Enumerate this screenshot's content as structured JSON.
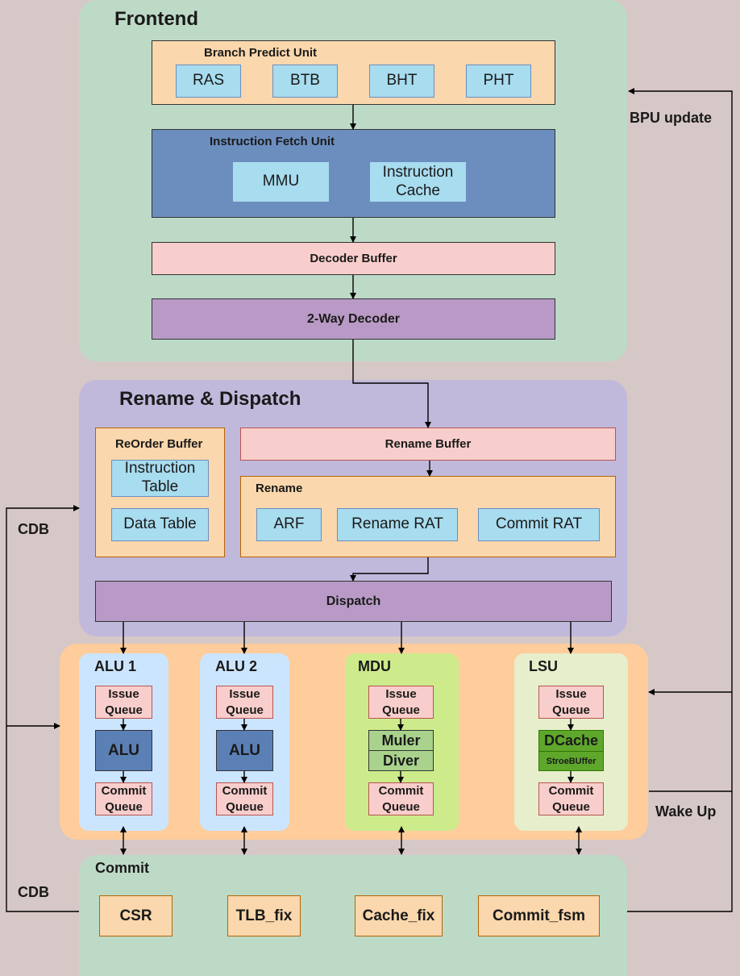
{
  "frontend": {
    "title": "Frontend",
    "bpu": {
      "title": "Branch Predict Unit",
      "items": [
        "RAS",
        "BTB",
        "BHT",
        "PHT"
      ]
    },
    "ifu": {
      "title": "Instruction Fetch Unit",
      "mmu": "MMU",
      "icache": [
        "Instruction",
        "Cache"
      ]
    },
    "decoder_buffer": "Decoder Buffer",
    "decoder": "2-Way Decoder"
  },
  "rename_dispatch": {
    "title": "Rename & Dispatch",
    "rob": {
      "title": "ReOrder Buffer",
      "instruction_table": [
        "Instruction",
        "Table"
      ],
      "data_table": "Data Table"
    },
    "rename_buffer": "Rename Buffer",
    "rename": {
      "title": "Rename",
      "items": [
        "ARF",
        "Rename RAT",
        "Commit RAT"
      ]
    },
    "dispatch": "Dispatch"
  },
  "execute": {
    "units": [
      {
        "title": "ALU 1",
        "iq": [
          "Issue",
          "Queue"
        ],
        "exec": "ALU",
        "cq": [
          "Commit",
          "Queue"
        ]
      },
      {
        "title": "ALU 2",
        "iq": [
          "Issue",
          "Queue"
        ],
        "exec": "ALU",
        "cq": [
          "Commit",
          "Queue"
        ]
      },
      {
        "title": "MDU",
        "iq": [
          "Issue",
          "Queue"
        ],
        "exec": [
          "Muler",
          "Diver"
        ],
        "cq": [
          "Commit",
          "Queue"
        ]
      },
      {
        "title": "LSU",
        "iq": [
          "Issue",
          "Queue"
        ],
        "exec": [
          "DCache",
          "StroeBUffer"
        ],
        "cq": [
          "Commit",
          "Queue"
        ]
      }
    ]
  },
  "commit": {
    "title": "Commit",
    "items": [
      "CSR",
      "TLB_fix",
      "Cache_fix",
      "Commit_fsm"
    ]
  },
  "external_labels": {
    "bpu_update": "BPU update",
    "cdb_top": "CDB",
    "cdb_bottom": "CDB",
    "wake_up": "Wake Up"
  },
  "colors": {
    "frontend_bg": "#bddac7",
    "rename_bg": "#c1b9dc",
    "execute_bg": "#fecd9b",
    "commit_bg": "#bddac7",
    "alu_unit_bg": "#cce5ff",
    "mdu_unit_bg": "#cdeb8b",
    "lsu_unit_bg": "#e6eecb",
    "ifu_bg": "#6c8ebf",
    "alu_core_bg": "#5b80b5",
    "muler_bg": "#a9d38c",
    "dcache_bg": "#5ea72b"
  }
}
